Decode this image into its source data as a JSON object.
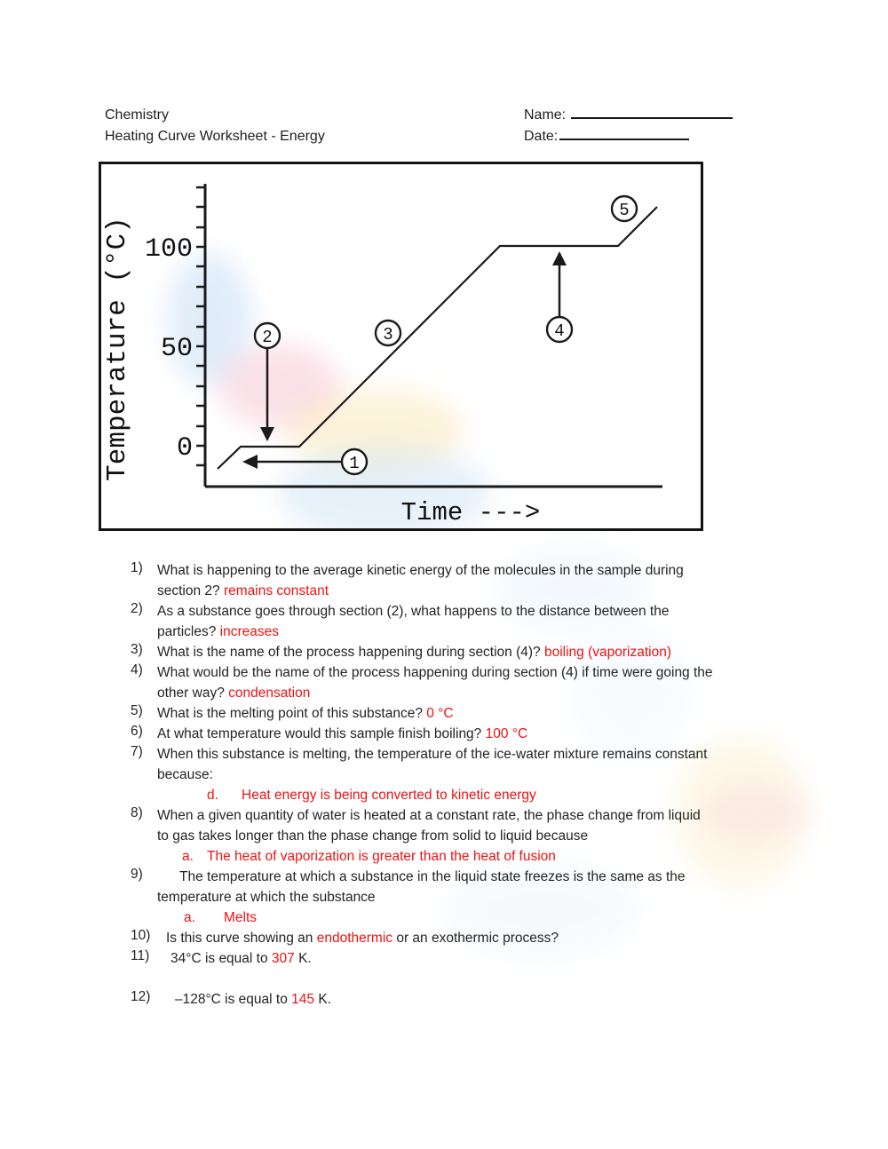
{
  "colors": {
    "answer_red": "#ee1212",
    "ink": "#1f1f1f"
  },
  "header": {
    "course": "Chemistry",
    "title": "Heating Curve Worksheet - Energy",
    "name_label": "Name:",
    "date_label": "Date:"
  },
  "graph": {
    "y_axis_label": "Temperature (°C)",
    "x_axis_label": "Time --->",
    "y_tick_labels": [
      "100",
      "50",
      "0"
    ],
    "marker_labels": [
      "1",
      "2",
      "3",
      "4",
      "5"
    ]
  },
  "chart_data": {
    "type": "line",
    "title": "",
    "xlabel": "Time --->",
    "ylabel": "Temperature (°C)",
    "y_ticks_labeled": [
      100,
      50,
      0
    ],
    "minor_tick_step_degC": 10,
    "x_axis_unlabeled": true,
    "grid": false,
    "series": [
      {
        "name": "heating curve",
        "points_x_arbitrary_y_degC": [
          [
            0.6,
            -20
          ],
          [
            1.8,
            0
          ],
          [
            4.7,
            0
          ],
          [
            14.8,
            100
          ],
          [
            20.8,
            100
          ],
          [
            22.7,
            122
          ]
        ]
      }
    ],
    "section_markers": [
      {
        "label": "1",
        "location": "initial rise below 0 °C, arrow pointing left at the warming solid segment"
      },
      {
        "label": "2",
        "location": "arrow pointing down at the 0 °C plateau (melting)"
      },
      {
        "label": "3",
        "location": "rising segment between 0 °C and 100 °C"
      },
      {
        "label": "4",
        "location": "arrow pointing up at the 100 °C plateau (boiling)"
      },
      {
        "label": "5",
        "location": "final rising segment above 100 °C"
      }
    ]
  },
  "questions": [
    {
      "num": "1)",
      "l0": "What is happening to the average kinetic energy of the molecules in the sample during",
      "l1a": "section 2? ",
      "l1b": "remains constant"
    },
    {
      "num": "2)",
      "l0": "As a substance goes through section (2), what happens to the distance between the",
      "l1a": "particles? ",
      "l1b": "increases"
    },
    {
      "num": "3)",
      "l0a": "What is the name of the process happening during section (4)? ",
      "l0b": "boiling (vaporization)"
    },
    {
      "num": "4)",
      "l0": "What would be the name of the process happening during section (4) if time were going the",
      "l1a": "other way? ",
      "l1b": "condensation"
    },
    {
      "num": "5)",
      "l0a": "What is the melting point of this substance? ",
      "l0b": "0 °C"
    },
    {
      "num": "6)",
      "l0a": "At what temperature would this sample finish boiling? ",
      "l0b": "100 °C"
    },
    {
      "num": "7)",
      "l0": "When this substance is melting, the temperature of the ice-water mixture remains constant",
      "l1": "because:",
      "ans_letter": "d.",
      "ans_text": "Heat energy is being converted to kinetic energy"
    },
    {
      "num": "8)",
      "l0": "When a given quantity of water is heated at a constant rate, the phase change from liquid",
      "l1": "to gas takes longer than the phase change from solid to liquid because",
      "ans_letter": "a.",
      "ans_text": "The heat of vaporization is greater than the heat of fusion"
    },
    {
      "num": "9)",
      "l0": "The temperature at which a substance in the liquid state freezes is the same as the",
      "l1": "temperature at which the substance",
      "ans_letter": "a.",
      "ans_text": "Melts"
    },
    {
      "num": "10)",
      "l0a": "Is this curve showing an ",
      "l0b": "endothermic",
      "l0c": " or an exothermic process?"
    },
    {
      "num": "11)",
      "l0a": "34°C is equal to ",
      "l0b": "307",
      "l0c": " K."
    },
    {
      "num": "12)",
      "l0a": "–128°C is equal to ",
      "l0b": "145",
      "l0c": " K."
    }
  ]
}
